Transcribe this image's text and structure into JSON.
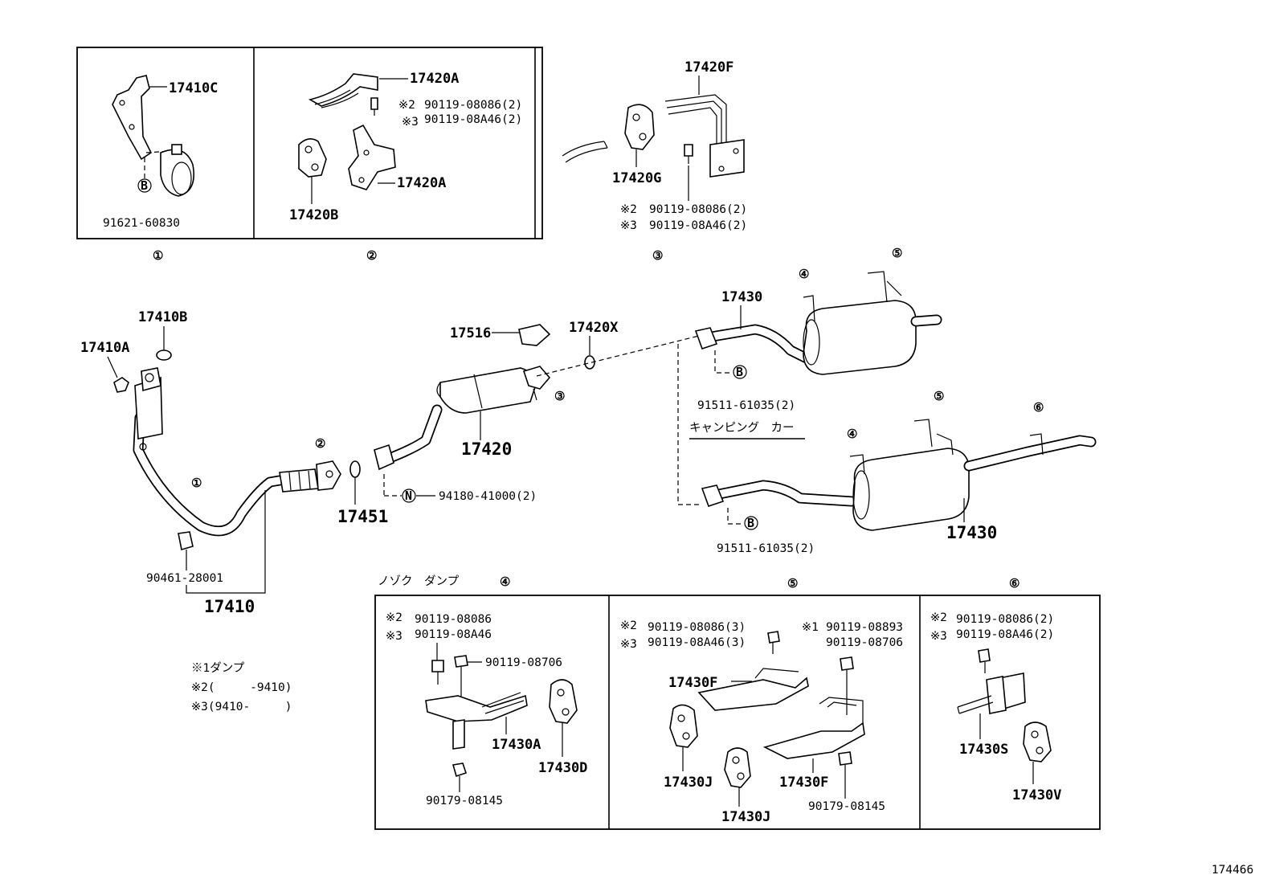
{
  "callouts": {
    "p17410C": "17410C",
    "p91621_60830": "91621-60830",
    "p17420A_top": "17420A",
    "p90119_08086_2_a": "90119-08086(2)",
    "p90119_08A46_2_a": "90119-08A46(2)",
    "p17420A_mid": "17420A",
    "p17420B": "17420B",
    "p17420F": "17420F",
    "p17420G": "17420G",
    "p90119_08086_2_b": "90119-08086(2)",
    "p90119_08A46_2_b": "90119-08A46(2)",
    "p17410B": "17410B",
    "p17410A": "17410A",
    "p17516": "17516",
    "p17420X": "17420X",
    "p17430_top": "17430",
    "p91511_61035_top": "91511-61035(2)",
    "camping_car": "キャンピング　カー",
    "p17420": "17420",
    "p17451": "17451",
    "p94180_41000": "94180-41000(2)",
    "p90461_28001": "90461-28001",
    "p17410": "17410",
    "p91511_61035_bot": "91511-61035(2)",
    "p17430_bot": "17430",
    "nozoku_damp": "ノゾク　ダンプ",
    "s4_90119_08086": "90119-08086",
    "s4_90119_08A46": "90119-08A46",
    "s4_90119_08706": "90119-08706",
    "p17430A": "17430A",
    "p17430D": "17430D",
    "s4_90179_08145": "90179-08145",
    "s5_90119_08086_3": "90119-08086(3)",
    "s5_90119_08A46_3": "90119-08A46(3)",
    "s5_90119_08893": "90119-08893",
    "s5_90119_08706": "90119-08706",
    "p17430F_top": "17430F",
    "p17430J_left": "17430J",
    "p17430J_bot": "17430J",
    "p17430F_bot": "17430F",
    "s5_90179_08145": "90179-08145",
    "s6_90119_08086_2": "90119-08086(2)",
    "s6_90119_08A46_2": "90119-08A46(2)",
    "p17430S": "17430S",
    "p17430V": "17430V"
  },
  "markers": {
    "m1": "※1",
    "m2": "※2",
    "m3": "※3"
  },
  "circled": {
    "c1": "①",
    "c2": "②",
    "c3": "③",
    "c4": "④",
    "c5": "⑤",
    "c6": "⑥",
    "B": "B",
    "N": "N"
  },
  "legend": {
    "line1": "※1ダンプ",
    "line2": "※2(　　　-9410)",
    "line3": "※3(9410-　　　)"
  },
  "diagram_number": "174466"
}
